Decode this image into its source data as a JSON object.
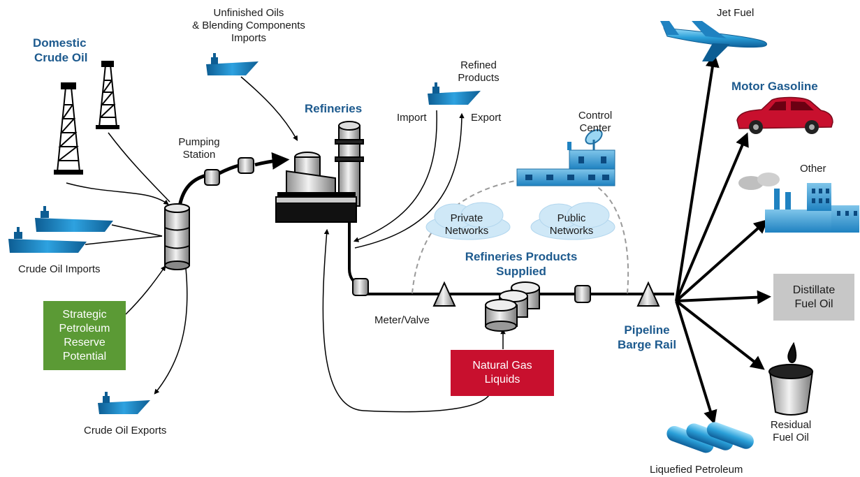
{
  "titles": {
    "domestic_crude_line1": "Domestic",
    "domestic_crude_line2": "Crude Oil",
    "refineries": "Refineries",
    "products_supplied_line1": "Refineries Products",
    "products_supplied_line2": "Supplied",
    "pipeline_line1": "Pipeline",
    "pipeline_line2": "Barge Rail",
    "motor_gasoline": "Motor Gasoline"
  },
  "labels": {
    "unfinished_line1": "Unfinished Oils",
    "unfinished_line2": "& Blending Components",
    "unfinished_line3": "Imports",
    "refined_line1": "Refined",
    "refined_line2": "Products",
    "import": "Import",
    "export": "Export",
    "control_line1": "Control",
    "control_line2": "Center",
    "pumping_line1": "Pumping",
    "pumping_line2": "Station",
    "crude_imports": "Crude Oil Imports",
    "crude_exports": "Crude Oil Exports",
    "meter_valve": "Meter/Valve",
    "private_line1": "Private",
    "private_line2": "Networks",
    "public_line1": "Public",
    "public_line2": "Networks",
    "jet_fuel": "Jet Fuel",
    "other": "Other",
    "residual_line1": "Residual",
    "residual_line2": "Fuel Oil",
    "lpg": "Liquefied Petroleum"
  },
  "boxes": {
    "spr_line1": "Strategic",
    "spr_line2": "Petroleum",
    "spr_line3": "Reserve",
    "spr_line4": "Potential",
    "ngl_line1": "Natural Gas",
    "ngl_line2": "Liquids",
    "distillate_line1": "Distillate",
    "distillate_line2": "Fuel Oil"
  },
  "colors": {
    "title_blue": "#1d5a8e",
    "spr_green": "#5b9a35",
    "ngl_red": "#c8102e",
    "distillate_gray": "#c7c7c7",
    "tanker_blue": "#1f8fd0",
    "car_red": "#c8102e"
  }
}
